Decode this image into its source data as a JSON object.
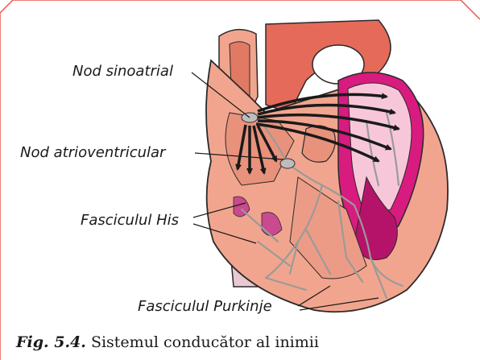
{
  "labels": {
    "sinoatrial": "Nod sinoatrial",
    "atrioventricular": "Nod atrioventricular",
    "his": "Fasciculul His",
    "purkinje": "Fasciculul Purkinje"
  },
  "caption": {
    "figure": "Fig. 5.4.",
    "text": "Sistemul conducător al inimii"
  },
  "colors": {
    "frame": "#e8574f",
    "tissue": "#f2a58e",
    "tissue_dark": "#e07a63",
    "magenta": "#d81b7f",
    "pink_light": "#f7c7d9",
    "conduction": "#b8b8b8",
    "outline": "#2a2a2a",
    "vein": "#e8c9d2"
  }
}
